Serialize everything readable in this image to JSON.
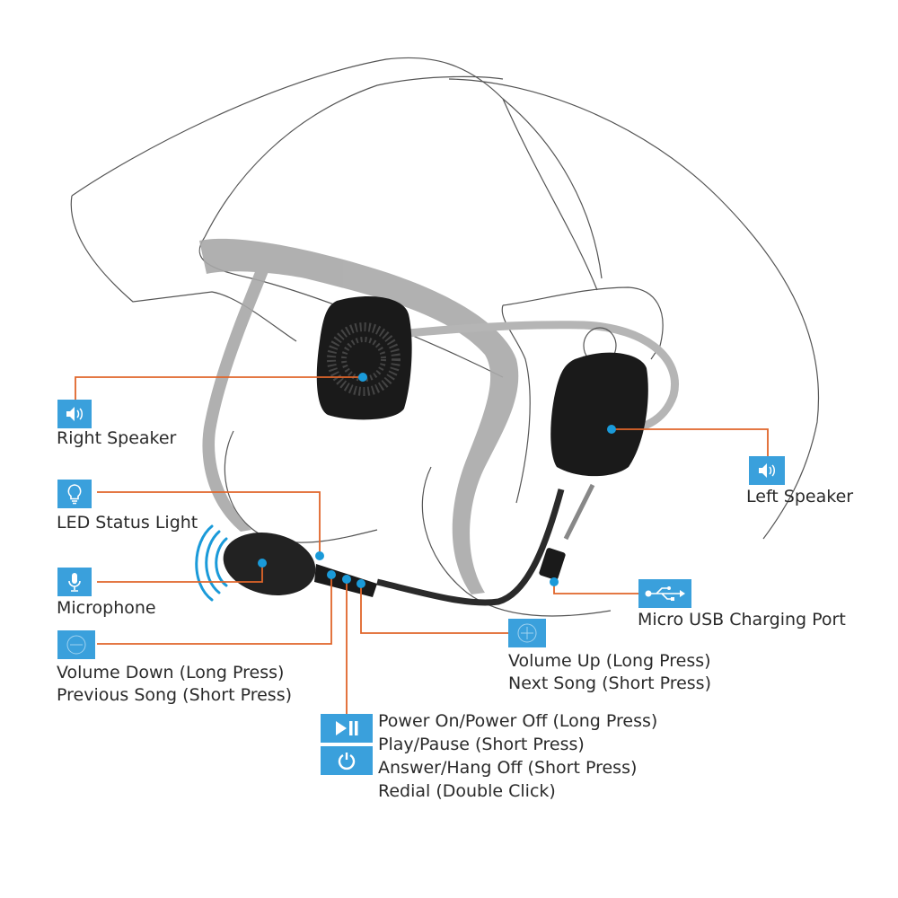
{
  "diagram": {
    "subject": "Motorcycle helmet Bluetooth headset",
    "colors": {
      "accent_blue": "#3aa0dc",
      "leader_line_orange": "#e0652a",
      "device_black": "#1a1a1a",
      "outline_gray": "#555555",
      "strap_gray": "#a8a8a8",
      "text": "#2a2a2a"
    },
    "callouts": [
      {
        "id": "right-speaker",
        "icon": "speaker-icon",
        "lines": [
          "Right Speaker"
        ]
      },
      {
        "id": "led-status-light",
        "icon": "lightbulb-icon",
        "lines": [
          "LED Status Light"
        ]
      },
      {
        "id": "microphone",
        "icon": "microphone-icon",
        "lines": [
          "Microphone"
        ]
      },
      {
        "id": "volume-down",
        "icon": "minus-circle-icon",
        "lines": [
          "Volume Down (Long Press)",
          "Previous Song (Short Press)"
        ]
      },
      {
        "id": "left-speaker",
        "icon": "speaker-icon",
        "lines": [
          "Left Speaker"
        ]
      },
      {
        "id": "micro-usb",
        "icon": "usb-icon",
        "lines": [
          "Micro USB Charging Port"
        ]
      },
      {
        "id": "volume-up",
        "icon": "plus-circle-icon",
        "lines": [
          "Volume Up (Long Press)",
          "Next Song (Short Press)"
        ]
      },
      {
        "id": "multifunction",
        "icons": [
          "play-pause-icon",
          "power-icon"
        ],
        "lines": [
          "Power On/Power Off (Long Press)",
          "Play/Pause (Short Press)",
          "Answer/Hang Off (Short Press)",
          "Redial (Double Click)"
        ]
      }
    ]
  }
}
